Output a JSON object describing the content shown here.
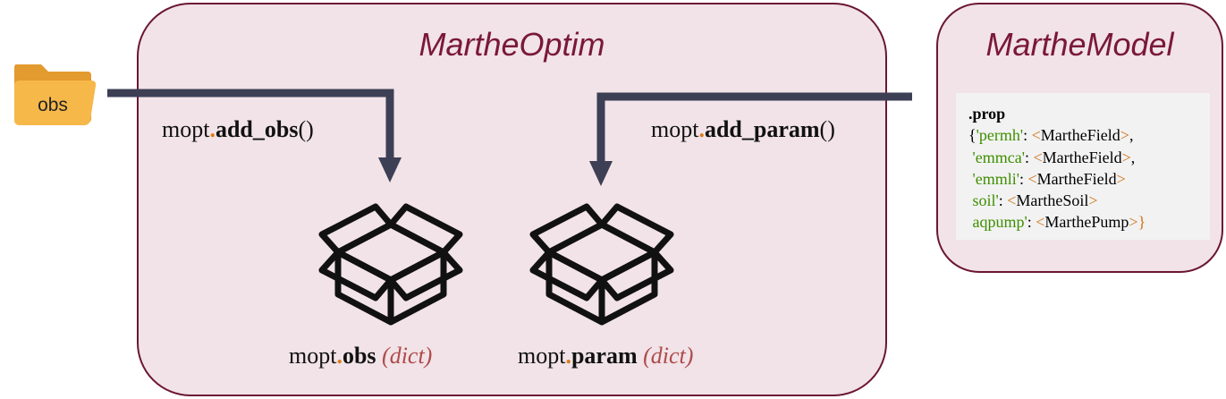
{
  "optim": {
    "title": "MartheOptim"
  },
  "model": {
    "title": "MartheModel",
    "prop_head": ".prop",
    "entries": [
      {
        "prefix": "{",
        "key": "'permh'",
        "sep": ": ",
        "value": "MartheField",
        "suffix": ","
      },
      {
        "prefix": " ",
        "key": "'emmca'",
        "sep": ": ",
        "value": "MartheField",
        "suffix": ","
      },
      {
        "prefix": " ",
        "key": "'emmli'",
        "sep": ": ",
        "value": "MartheField",
        "suffix": ""
      },
      {
        "prefix": " ",
        "key": "soil'",
        "sep": ": ",
        "value": "MartheSoil",
        "suffix": ""
      },
      {
        "prefix": " ",
        "key": "aqpump'",
        "sep": ": ",
        "value": "MarthePump",
        "suffix": "}"
      }
    ]
  },
  "folder": {
    "label": "obs",
    "icon": "folder-icon"
  },
  "calls": {
    "add_obs": {
      "obj": "mopt",
      "dot": ".",
      "method": "add_obs",
      "parens": "()"
    },
    "add_param": {
      "obj": "mopt",
      "dot": ".",
      "method": "add_param",
      "parens": "()"
    }
  },
  "stores": {
    "obs": {
      "obj": "mopt",
      "dot": ".",
      "attr": "obs",
      "type": "(dict)",
      "icon": "box-icon"
    },
    "param": {
      "obj": "mopt",
      "dot": ".",
      "attr": "param",
      "type": "(dict)",
      "icon": "box-icon"
    }
  },
  "colors": {
    "panel_fill": "#f1e3e8",
    "panel_border": "#6b1633",
    "title": "#7a1838",
    "arrow": "#3d3f55",
    "dot": "#e07b1a",
    "dict": "#b04a4a",
    "key": "#3e8f00",
    "angle": "#d0741c",
    "folder": "#f0a73a"
  }
}
